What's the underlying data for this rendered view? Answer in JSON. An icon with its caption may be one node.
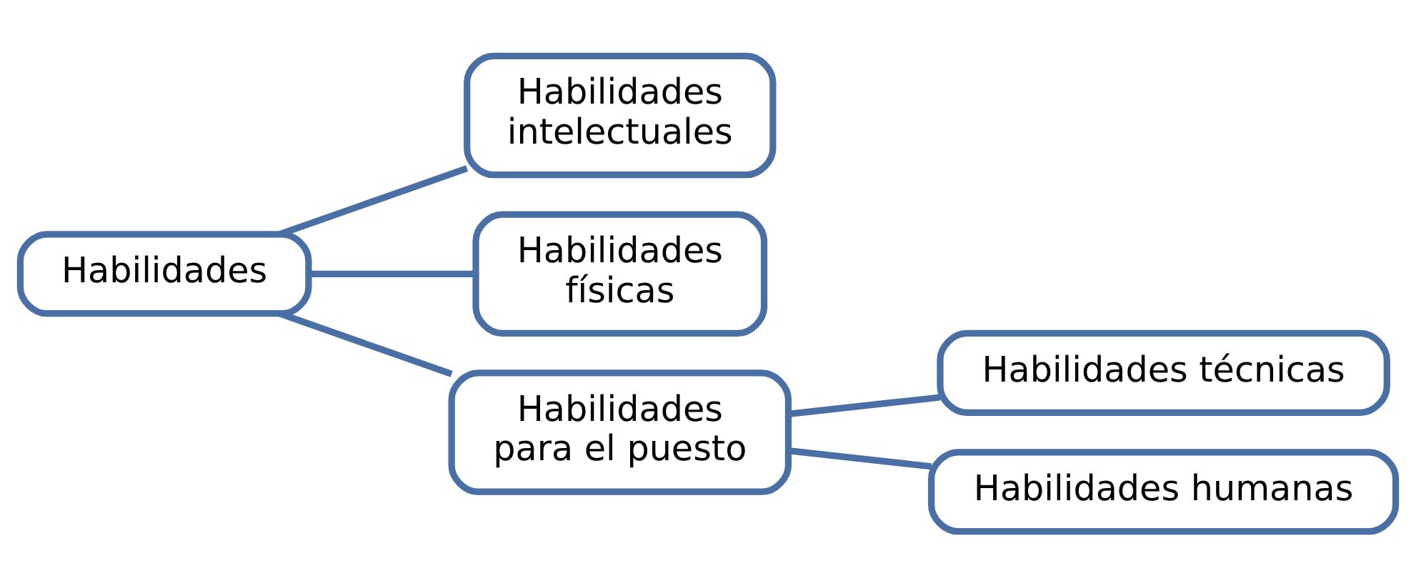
{
  "diagram": {
    "nodes": [
      {
        "text": [
          "Habilidades"
        ]
      },
      {
        "text": [
          "Habilidades intelectuales"
        ]
      },
      {
        "text": [
          "Habilidades físicas"
        ]
      },
      {
        "text": [
          "Habilidades para el puesto"
        ]
      },
      {
        "text": [
          "Habilidades técnicas"
        ]
      },
      {
        "text": [
          "Habilidades humanas"
        ]
      }
    ],
    "edges": [
      {
        "from": 0,
        "to": 1,
        "arrow": "none"
      },
      {
        "from": 0,
        "to": 2,
        "arrow": "none"
      },
      {
        "from": 0,
        "to": 3,
        "arrow": "none"
      },
      {
        "from": 3,
        "to": 4,
        "arrow": "none"
      },
      {
        "from": 3,
        "to": 5,
        "arrow": "none"
      }
    ]
  }
}
